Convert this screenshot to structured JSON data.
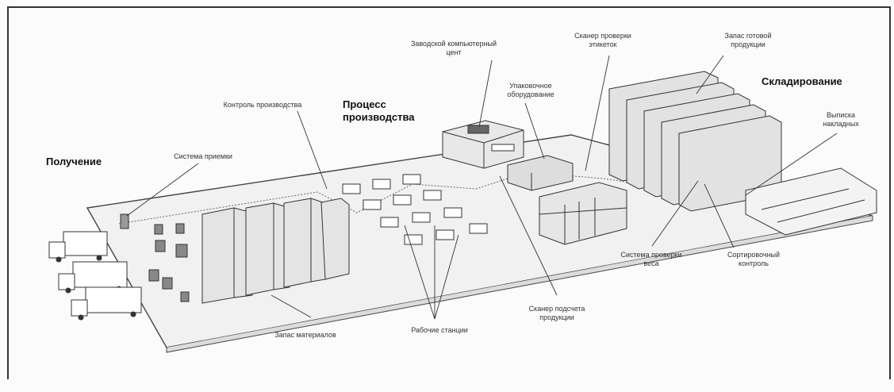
{
  "sections": {
    "receiving": "Получение",
    "production": "Процесс\nпроизводства",
    "warehousing": "Складирование"
  },
  "labels": {
    "factory_computer_center": "Заводской компьютерный\nцент",
    "label_check_scanner": "Сканер проверки\nэтикеток",
    "finished_goods_stock": "Запас готовой\nпродукции",
    "packaging_equipment": "Упаковочное\nоборудование",
    "production_control": "Контроль производства",
    "invoice_issue": "Выписка\nнакладных",
    "receiving_system": "Система приемки",
    "weight_check_system": "Система проверки\nвеса",
    "sorting_control": "Сортировочный\nконтроль",
    "product_count_scanner": "Сканер подсчета\nпродукции",
    "materials_stock": "Запас материалов",
    "workstations": "Рабочие станции"
  }
}
